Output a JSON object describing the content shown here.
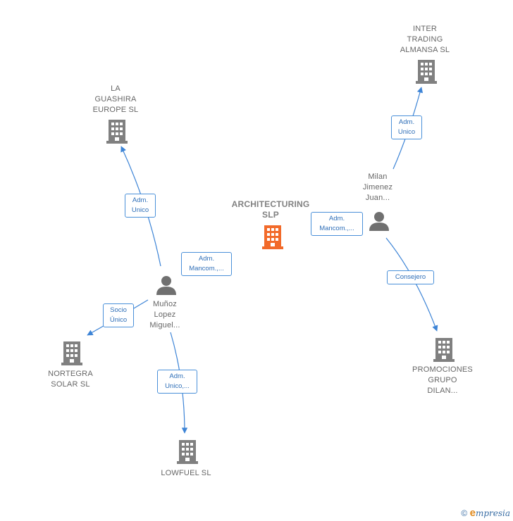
{
  "nodes": {
    "center": "ARCHITECTURING\nSLP",
    "la_guashira": "LA\nGUASHIRA\nEUROPE SL",
    "inter_trading": "INTER\nTRADING\nALMANSA SL",
    "milan": "Milan\nJimenez\nJuan...",
    "munoz": "Muñoz\nLopez\nMiguel...",
    "nortegra": "NORTEGRA\nSOLAR SL",
    "lowfuel": "LOWFUEL SL",
    "promociones": "PROMOCIONES\nGRUPO\nDILAN..."
  },
  "edges": {
    "munoz_guashira": "Adm.\nUnico",
    "munoz_center": "Adm.\nMancom.,...",
    "milan_center": "Adm.\nMancom.,...",
    "milan_inter": "Adm.\nUnico",
    "milan_promociones": "Consejero",
    "munoz_nortegra": "Socio\nÚnico",
    "munoz_lowfuel": "Adm.\nUnico,..."
  },
  "colors": {
    "company_icon": "#808080",
    "center_icon": "#f26a2a",
    "person_icon": "#707070",
    "edge": "#3d84d6"
  },
  "footer": {
    "copyright": "©",
    "brand": "mpresia",
    "brand_initial": "e"
  }
}
